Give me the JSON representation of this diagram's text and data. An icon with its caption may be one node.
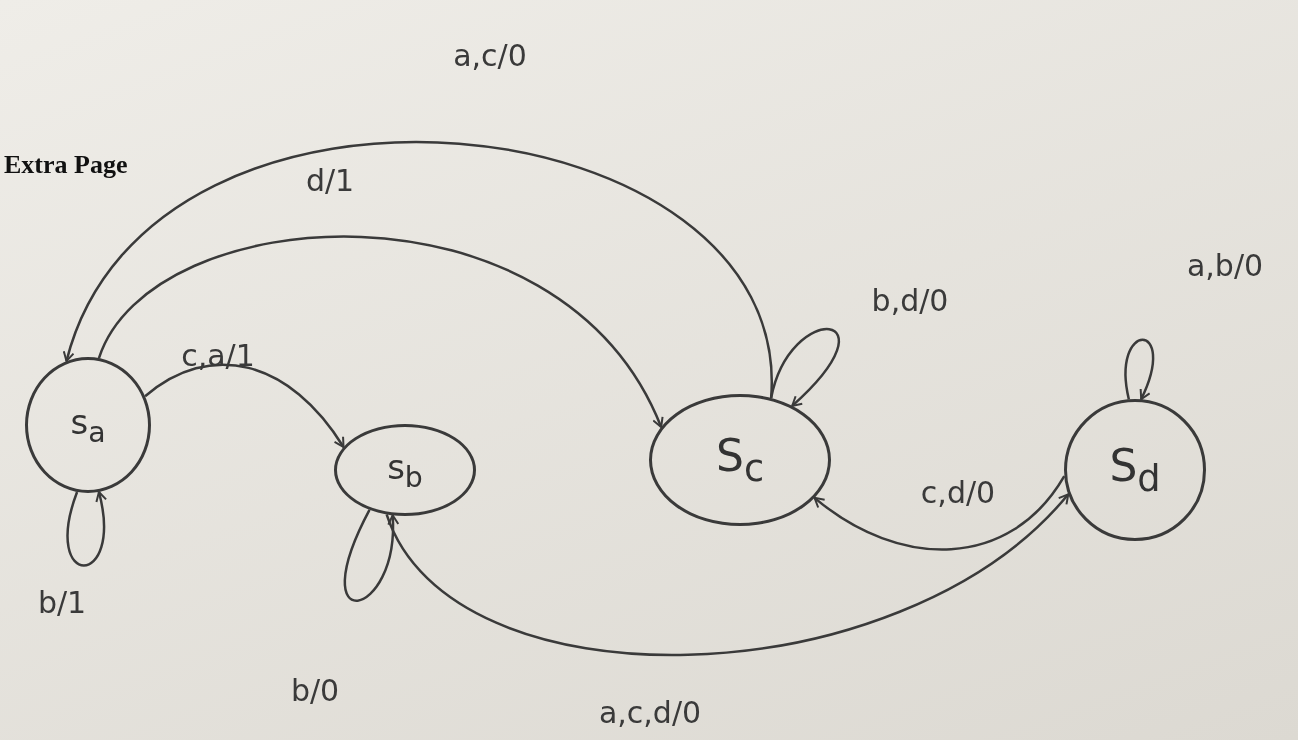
{
  "diagram": {
    "nodes": [
      {
        "text": [
          "s$_{a}$"
        ]
      },
      {
        "text": [
          "s$_{b}$"
        ]
      },
      {
        "text": [
          "S$_{c}$"
        ]
      },
      {
        "text": [
          "S$_{d}$"
        ]
      }
    ],
    "edges": [
      {
        "from": 2,
        "to": 0,
        "arrow": "to",
        "label": "a,c/0"
      },
      {
        "from": 0,
        "to": 2,
        "arrow": "to",
        "label": "d/1"
      },
      {
        "from": 0,
        "to": 1,
        "arrow": "to",
        "label": "c,a/1"
      },
      {
        "from": 0,
        "to": 0,
        "arrow": "to",
        "label": "b/1"
      },
      {
        "from": 1,
        "to": 1,
        "arrow": "to",
        "label": "b/0"
      },
      {
        "from": 2,
        "to": 2,
        "arrow": "to",
        "label": "b,d/0"
      },
      {
        "from": 3,
        "to": 3,
        "arrow": "to",
        "label": "a,b/0"
      },
      {
        "from": 3,
        "to": 2,
        "arrow": "to",
        "label": "c,d/0"
      },
      {
        "from": 1,
        "to": 3,
        "arrow": "to",
        "label": "a,c,d/0"
      }
    ],
    "labels": [
      "Extra Page"
    ]
  }
}
